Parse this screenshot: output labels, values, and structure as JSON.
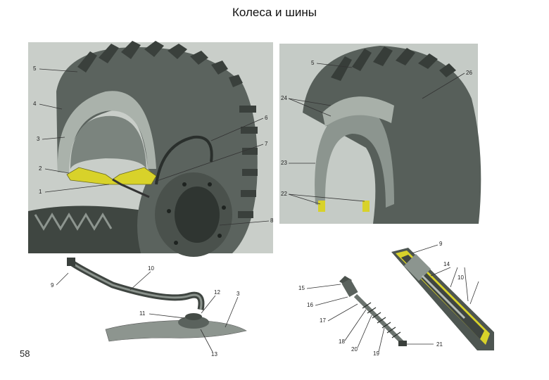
{
  "page": {
    "title": "Колеса и шины",
    "page_number": "58"
  },
  "colors": {
    "tire_dark": "#4e5651",
    "tire_mid": "#6b746e",
    "tire_light": "#9aa39c",
    "cord_yellow": "#d8d22a",
    "background": "#ffffff"
  },
  "callouts": {
    "c1": "1",
    "c2": "2",
    "c3": "3",
    "c4": "4",
    "c5": "5",
    "c6": "6",
    "c7": "7",
    "c8": "8",
    "c5b": "5",
    "c26": "26",
    "c24": "24",
    "c23": "23",
    "c22": "22",
    "c9": "9",
    "c10": "10",
    "c12": "12",
    "c3b": "3",
    "c11": "11",
    "c13": "13",
    "c9b": "9",
    "c14": "14",
    "c10b": "10",
    "c15": "15",
    "c16": "16",
    "c17": "17",
    "c18": "18",
    "c20": "20",
    "c19": "19",
    "c21": "21"
  }
}
